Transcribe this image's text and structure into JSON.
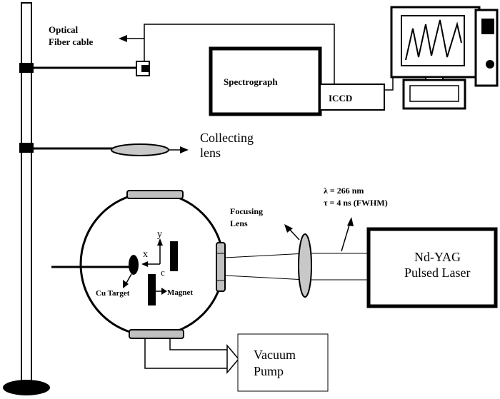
{
  "labels": {
    "optical_fiber_line1": "Optical",
    "optical_fiber_line2": "Fiber cable",
    "spectrograph": "Spectrograph",
    "iccd": "ICCD",
    "collecting_line1": "Collecting",
    "collecting_line2": "lens",
    "lambda": "λ = 266 nm",
    "tau": "τ = 4 ns (FWHM)",
    "focusing_line1": "Focusing",
    "focusing_line2": "Lens",
    "laser_line1": "Nd-YAG",
    "laser_line2": "Pulsed Laser",
    "axis_y": "y",
    "axis_x": "x",
    "axis_c": "c",
    "cu_target": "Cu Target",
    "magnet": "Magnet",
    "vacuum_line1": "Vacuum",
    "vacuum_line2": "Pump"
  },
  "colors": {
    "ink": "#000000",
    "lens_fill": "#c8c8c8",
    "window_fill": "#c0c0c0",
    "background": "#ffffff"
  }
}
